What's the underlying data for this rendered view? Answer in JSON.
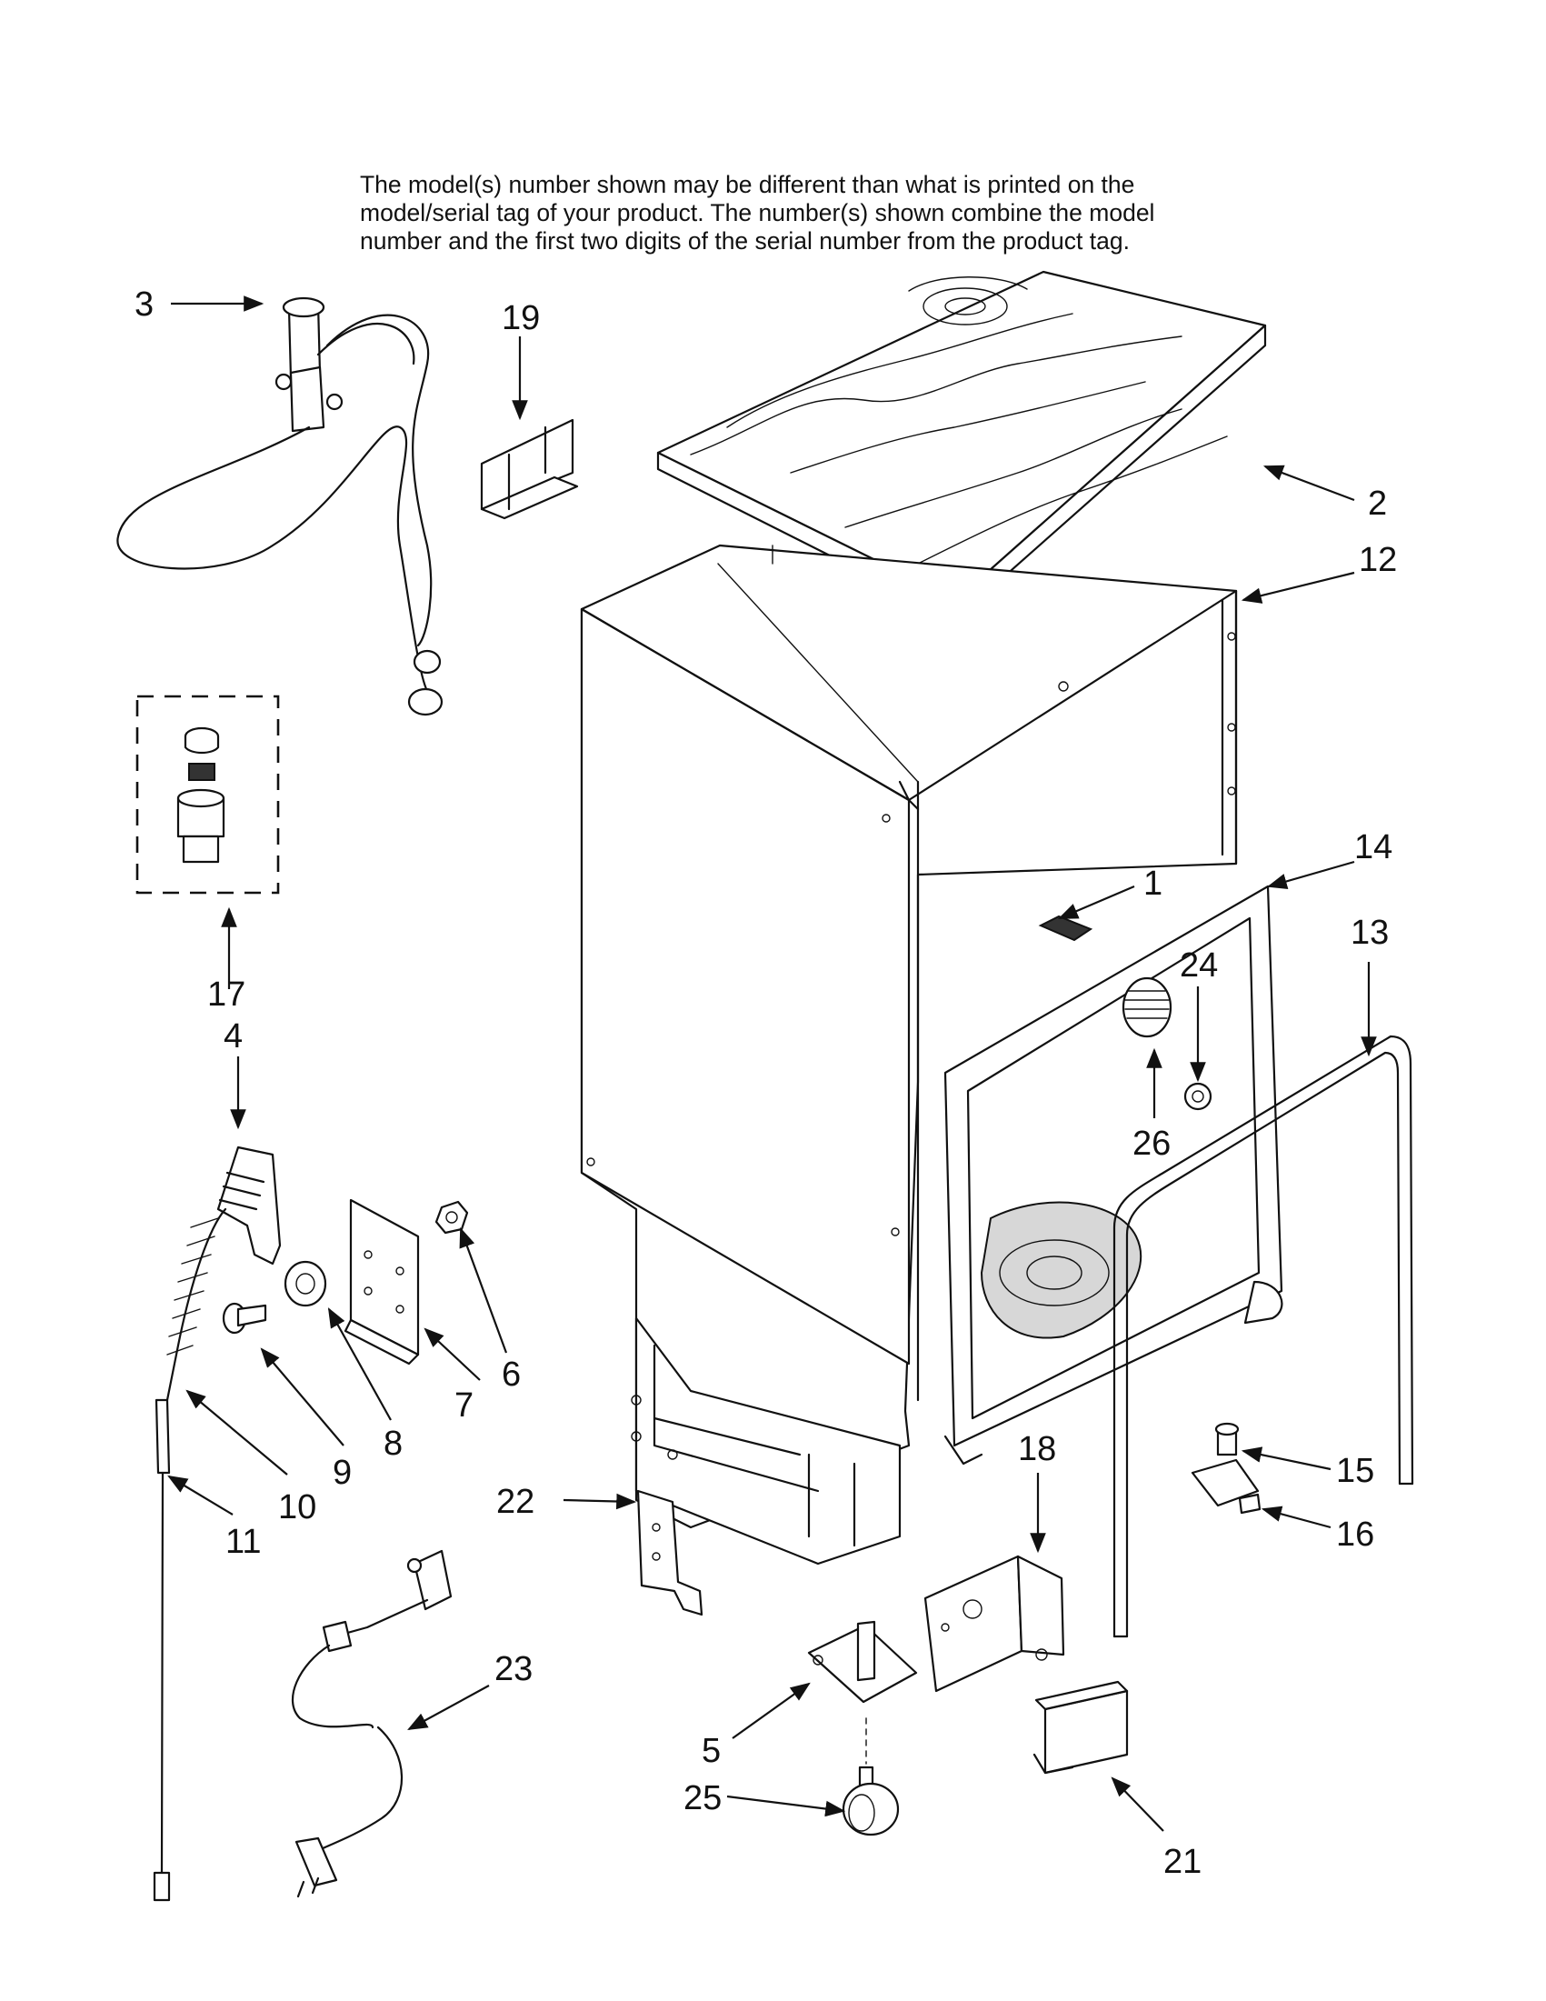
{
  "header_note": [
    "The model(s) number shown may be different than what is printed on the",
    "model/serial tag of your product. The number(s) shown combine the model",
    "number and the first two digits of the serial number from the product tag."
  ],
  "callouts": {
    "c1": "1",
    "c2": "2",
    "c3": "3",
    "c4": "4",
    "c5": "5",
    "c6": "6",
    "c7": "7",
    "c8": "8",
    "c9": "9",
    "c10": "10",
    "c11": "11",
    "c12": "12",
    "c13": "13",
    "c14": "14",
    "c15": "15",
    "c16": "16",
    "c17": "17",
    "c18": "18",
    "c19": "19",
    "c21": "21",
    "c22": "22",
    "c23": "23",
    "c24": "24",
    "c25": "25",
    "c26": "26"
  }
}
